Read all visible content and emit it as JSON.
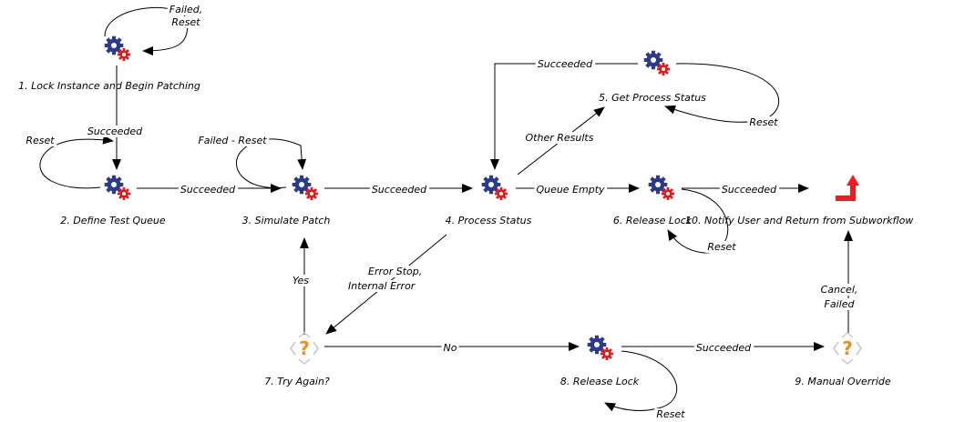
{
  "diagram": {
    "nodes": [
      {
        "id": "n1",
        "type": "activity",
        "label": "1. Lock Instance and Begin Patching"
      },
      {
        "id": "n2",
        "type": "activity",
        "label": "2. Define Test Queue"
      },
      {
        "id": "n3",
        "type": "activity",
        "label": "3. Simulate Patch"
      },
      {
        "id": "n4",
        "type": "activity",
        "label": "4. Process Status"
      },
      {
        "id": "n5",
        "type": "activity",
        "label": "5. Get Process Status"
      },
      {
        "id": "n6",
        "type": "activity",
        "label": "6. Release Lock"
      },
      {
        "id": "n7",
        "type": "decision",
        "label": "7. Try Again?"
      },
      {
        "id": "n8",
        "type": "activity",
        "label": "8. Release Lock"
      },
      {
        "id": "n9",
        "type": "decision",
        "label": "9. Manual Override"
      },
      {
        "id": "n10",
        "type": "end",
        "label": "10. Notify User and Return from Subworkflow"
      }
    ],
    "edges": [
      {
        "from": "n1",
        "to": "n1",
        "label": [
          "Failed,",
          "Reset"
        ]
      },
      {
        "from": "n1",
        "to": "n2",
        "label": [
          "Succeeded"
        ]
      },
      {
        "from": "n2",
        "to": "n2",
        "label": [
          "Reset"
        ]
      },
      {
        "from": "n2",
        "to": "n3",
        "label": [
          "Succeeded"
        ]
      },
      {
        "from": "n3",
        "to": "n3",
        "label": [
          "Failed - Reset"
        ]
      },
      {
        "from": "n3",
        "to": "n4",
        "label": [
          "Succeeded"
        ]
      },
      {
        "from": "n4",
        "to": "n5",
        "label": [
          "Other Results"
        ]
      },
      {
        "from": "n5",
        "to": "n4",
        "label": [
          "Succeeded"
        ]
      },
      {
        "from": "n5",
        "to": "n5",
        "label": [
          "Reset"
        ]
      },
      {
        "from": "n4",
        "to": "n6",
        "label": [
          "Queue Empty"
        ]
      },
      {
        "from": "n4",
        "to": "n7",
        "label": [
          "Error Stop,",
          "Internal Error"
        ]
      },
      {
        "from": "n6",
        "to": "n10",
        "label": [
          "Succeeded"
        ]
      },
      {
        "from": "n6",
        "to": "n6",
        "label": [
          "Reset"
        ]
      },
      {
        "from": "n7",
        "to": "n3",
        "label": [
          "Yes"
        ]
      },
      {
        "from": "n7",
        "to": "n8",
        "label": [
          "No"
        ]
      },
      {
        "from": "n8",
        "to": "n9",
        "label": [
          "Succeeded"
        ]
      },
      {
        "from": "n8",
        "to": "n8",
        "label": [
          "Reset"
        ]
      },
      {
        "from": "n9",
        "to": "n10",
        "label": [
          "Cancel,",
          "Failed"
        ]
      }
    ]
  },
  "colors": {
    "gear_primary": "#2b3a8c",
    "gear_secondary": "#e01b1b",
    "decision_mark": "#f08c1a",
    "decision_chevron": "#c8c8c8",
    "end_arrow": "#ee1c1c",
    "line": "#000000"
  },
  "icons": {
    "activity": "gears-icon",
    "decision": "question-icon",
    "end": "return-arrow-icon"
  }
}
